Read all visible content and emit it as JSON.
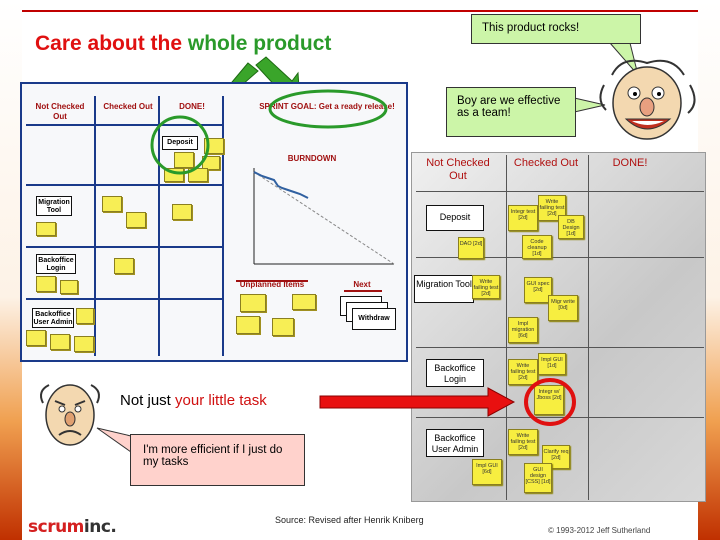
{
  "title": {
    "part1": "Care about the",
    "part2": "whole product"
  },
  "bubbles": {
    "rocks": "This product rocks!",
    "effective": "Boy are we effective as a team!",
    "efficient": "I'm more efficient if I just do my tasks"
  },
  "left_board": {
    "headers": {
      "not_checked_out": "Not Checked Out",
      "checked_out": "Checked Out",
      "done": "DONE!"
    },
    "sprint_goal": "SPRINT GOAL: Get a ready release!",
    "burndown": "BURNDOWN",
    "rows": [
      "Deposit",
      "Migration Tool",
      "Backoffice Login",
      "Backoffice User Admin"
    ],
    "unplanned": "Unplanned Items",
    "next": "Next",
    "withdraw": "Withdraw"
  },
  "right_board": {
    "headers": {
      "not_checked_out": "Not Checked Out",
      "checked_out": "Checked Out",
      "done": "DONE!"
    },
    "rows": [
      "Deposit",
      "Migration Tool",
      "Backoffice Login",
      "Backoffice User Admin"
    ],
    "stickies": [
      "Integr test [2d]",
      "Write failing test [2d]",
      "DB Design [1d]",
      "DAO [2d]",
      "Code cleanup [1d]",
      "Write failing test [2d]",
      "GUI spec [2d]",
      "Impl migration [6d]",
      "Migr write [0d]",
      "Write failing test [2d]",
      "Impl GUI [1d]",
      "Integr w/ Jboss [2d]",
      "Write failing test [2d]",
      "Impl GUI [6d]",
      "Clarify req [2d]",
      "GUI design [CSS] [1d]"
    ]
  },
  "middle_text": {
    "part1": "Not just",
    "part2": "your little task"
  },
  "footer": {
    "source": "Source: Revised after Henrik Kniberg",
    "copyright": "© 1993-2012 Jeff Sutherland",
    "logo_part1": "scrum",
    "logo_part2": "inc."
  },
  "colors": {
    "accent_red": "#e01010",
    "accent_green": "#2a9a2a",
    "bubble_green": "#ccf5a8",
    "bubble_pink": "#ffd2cc",
    "board_blue": "#1a3a8a"
  }
}
